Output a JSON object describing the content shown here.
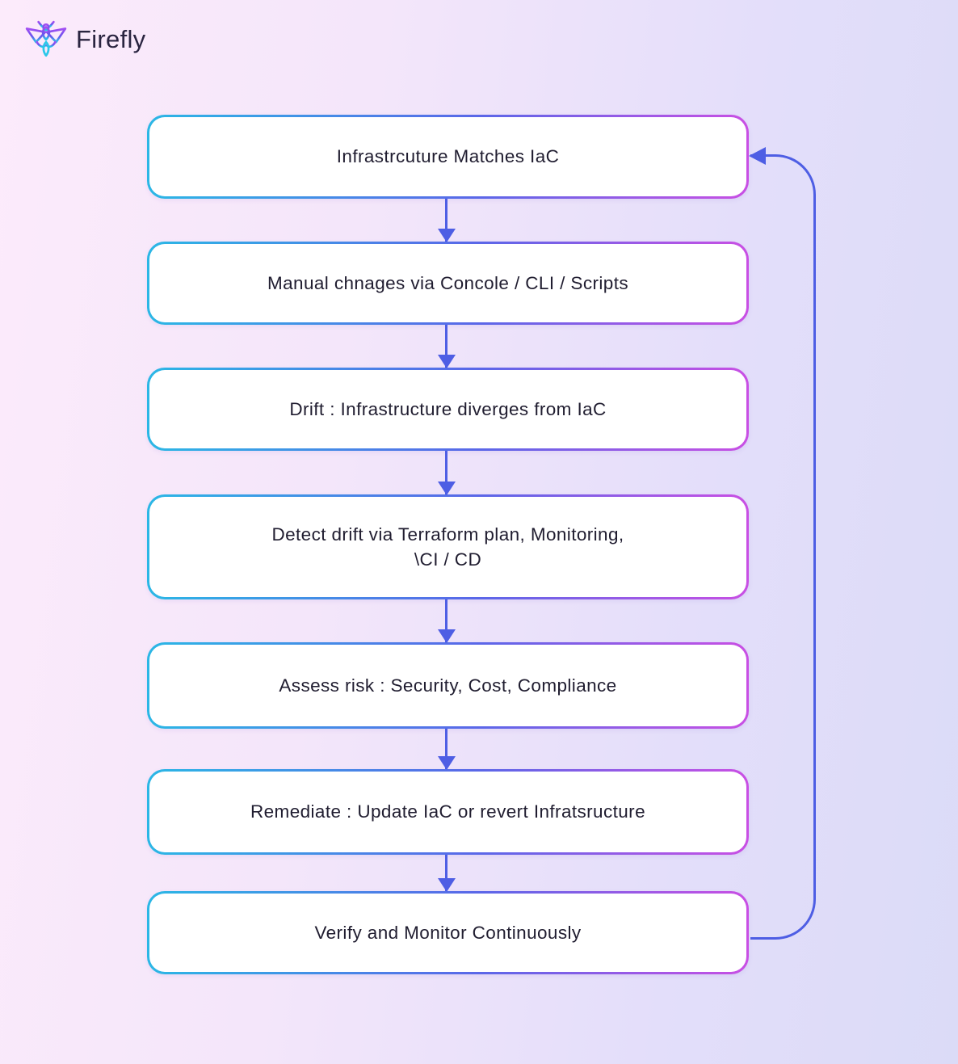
{
  "brand": {
    "name": "Firefly"
  },
  "flowchart": {
    "nodes": [
      {
        "label": "Infrastrcuture Matches IaC"
      },
      {
        "label": "Manual chnages via Concole / CLI / Scripts"
      },
      {
        "label": "Drift : Infrastructure diverges from IaC"
      },
      {
        "label": "Detect drift via Terraform plan, Monitoring,\n\\CI / CD"
      },
      {
        "label": "Assess risk : Security, Cost, Compliance"
      },
      {
        "label": "Remediate : Update IaC or revert Infratsructure"
      },
      {
        "label": "Verify and Monitor Continuously"
      }
    ],
    "edges": [
      {
        "from": 1,
        "to": 2,
        "type": "down-arrow"
      },
      {
        "from": 2,
        "to": 3,
        "type": "down-arrow"
      },
      {
        "from": 3,
        "to": 4,
        "type": "down-arrow"
      },
      {
        "from": 4,
        "to": 5,
        "type": "down-arrow"
      },
      {
        "from": 5,
        "to": 6,
        "type": "down-arrow"
      },
      {
        "from": 6,
        "to": 7,
        "type": "down-arrow"
      },
      {
        "from": 7,
        "to": 1,
        "type": "loop-back-right"
      }
    ],
    "colors": {
      "node_border_gradient": [
        "#2bb7e5",
        "#5a67e8",
        "#c94fe4"
      ],
      "node_background": "#ffffff",
      "node_text": "#201d30",
      "arrow": "#4e5ee4",
      "background_gradient": [
        "#fcebfb",
        "#dbdbf7"
      ]
    }
  }
}
